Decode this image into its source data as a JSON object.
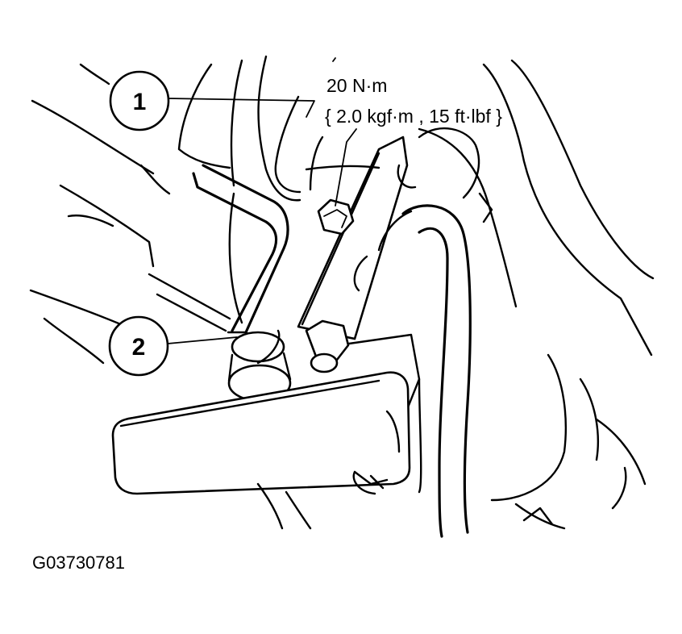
{
  "callouts": [
    {
      "number": "1"
    },
    {
      "number": "2"
    }
  ],
  "torque_spec": {
    "line1": "20 N·m",
    "line2": "{ 2.0 kgf·m , 15 ft·lbf }"
  },
  "figure_id": "G03730781",
  "colors": {
    "ink": "#000000",
    "paper": "#ffffff"
  }
}
